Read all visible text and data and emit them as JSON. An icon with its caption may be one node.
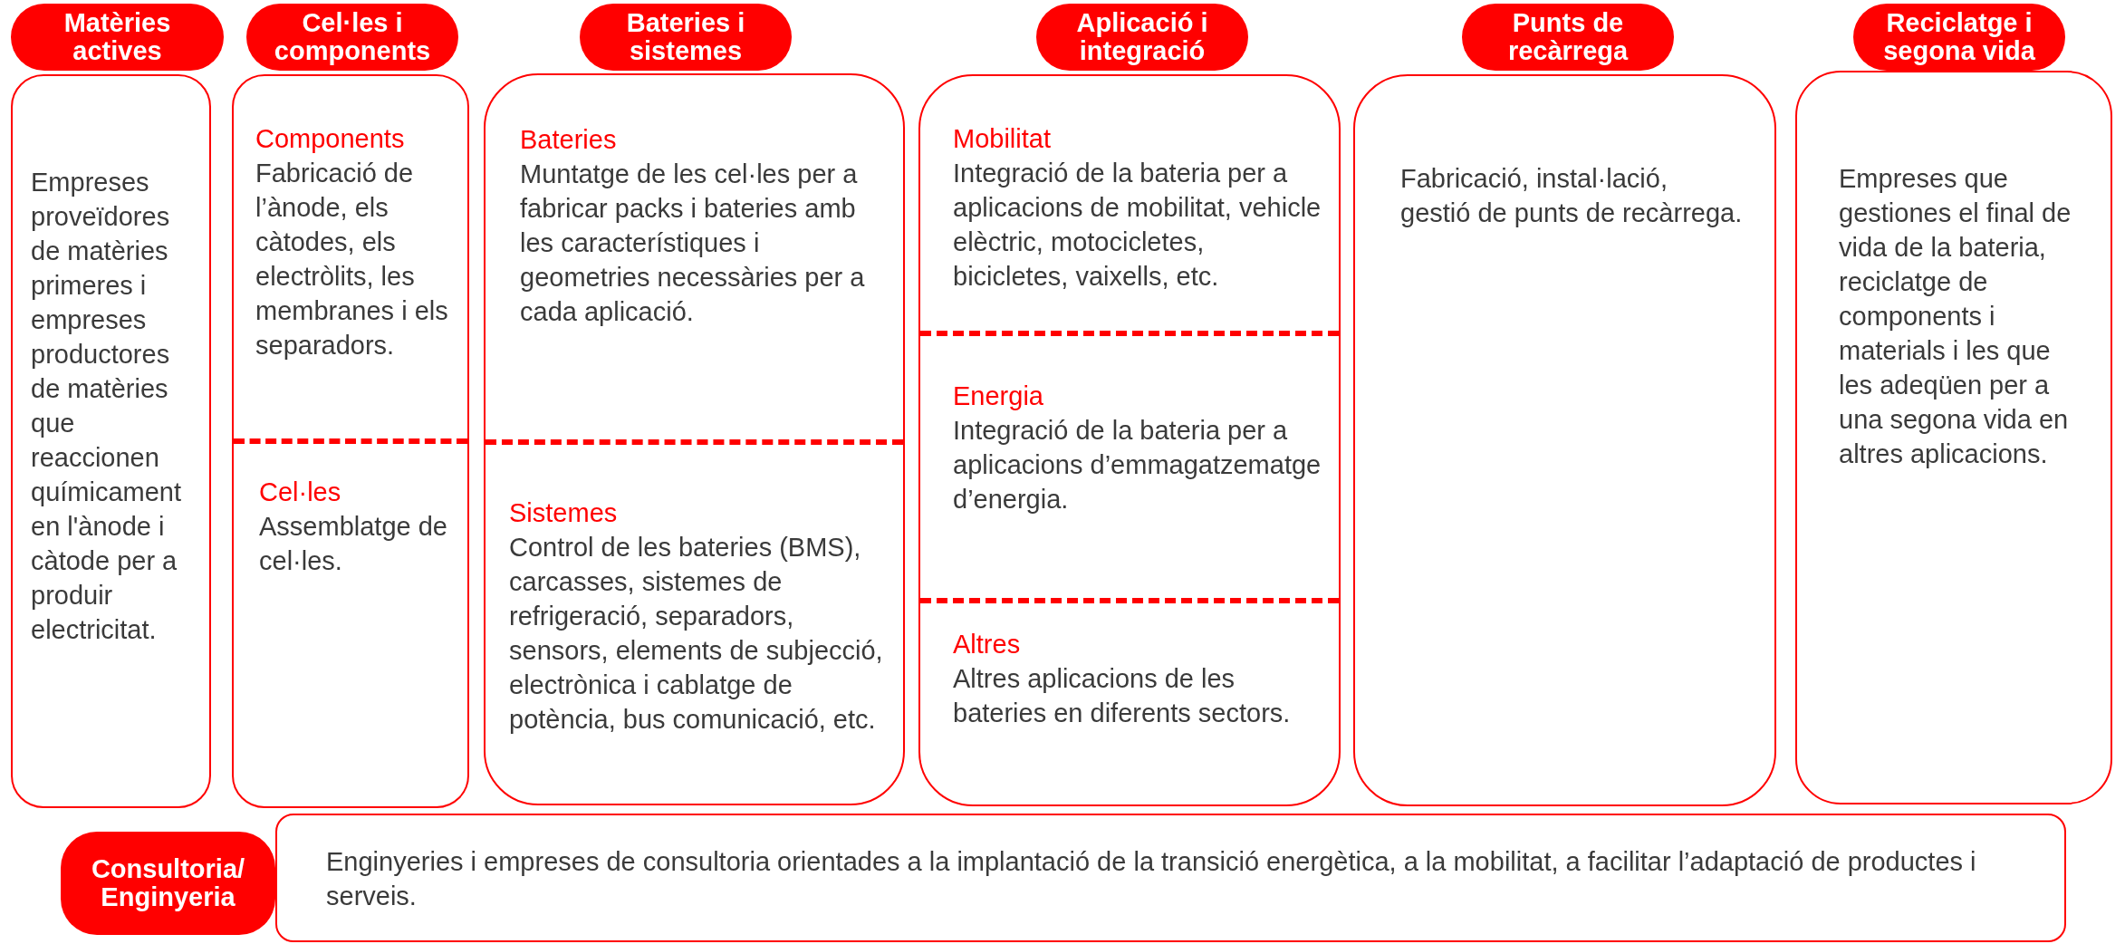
{
  "diagram": {
    "nodes": [
      {
        "text": [
          "Matèries actives"
        ]
      },
      {
        "text": [
          "Cel·les i components"
        ]
      },
      {
        "text": [
          "Bateries i sistemes"
        ]
      },
      {
        "text": [
          "Aplicació i integració"
        ]
      },
      {
        "text": [
          "Punts de recàrrega"
        ]
      },
      {
        "text": [
          "Reciclatge i segona vida"
        ]
      },
      {
        "text": [
          "Empreses proveïdores de matèries primeres i empreses productores de matèries que reaccionen químicament en l'ànode i càtode per a produir electricitat."
        ]
      },
      {
        "text": [
          "Components",
          "Fabricació de l’ànode, els càtodes, els electròlits, les membranes i els separadors.",
          "Cel·les",
          "Assemblatge de cel·les."
        ]
      },
      {
        "text": [
          "Bateries",
          "Muntatge de les cel·les per a fabricar packs i bateries amb les característiques i geometries necessàries per a cada aplicació.",
          "Sistemes",
          "Control de les bateries (BMS), carcasses, sistemes de refrigeració, separadors, sensors, elements de subjecció, electrònica i cablatge de potència, bus comunicació, etc."
        ]
      },
      {
        "text": [
          "Mobilitat",
          "Integració de la bateria per a aplicacions de mobilitat, vehicle elèctric, motocicletes, bicicletes, vaixells, etc.",
          "Energia",
          "Integració de la bateria per a aplicacions d’emmagatzematge d’energia.",
          "Altres",
          "Altres aplicacions de les bateries en diferents sectors."
        ]
      },
      {
        "text": [
          "Fabricació, instal·lació, gestió de punts de recàrrega."
        ]
      },
      {
        "text": [
          "Empreses que gestiones el final de vida de la bateria, reciclatge de components i materials i les que les adeqüen per a una segona vida en altres aplicacions."
        ]
      },
      {
        "text": [
          "Consultoria/ Enginyeria"
        ]
      },
      {
        "text": [
          "Enginyeries i empreses de consultoria orientades a la implantació de la transició energètica, a la mobilitat, a facilitar l’adaptació de productes i serveis."
        ]
      }
    ],
    "edges": []
  }
}
